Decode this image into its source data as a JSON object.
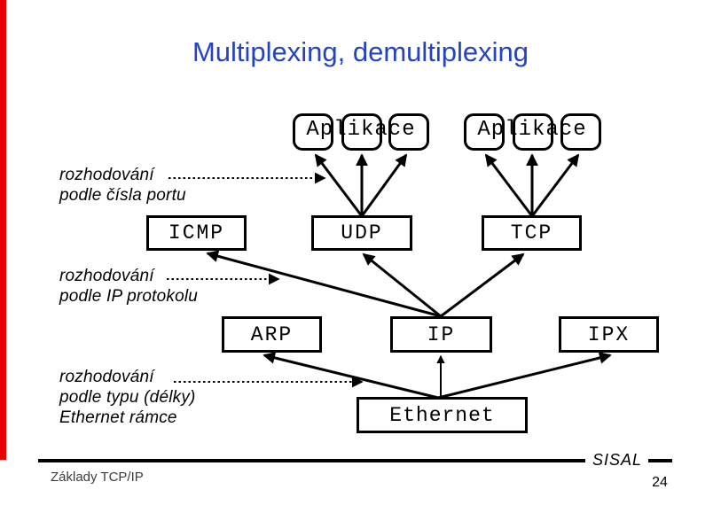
{
  "slide": {
    "title": "Multiplexing, demultiplexing",
    "footer_brand": "SISAL",
    "footer_left": "Základy TCP/IP",
    "page_number": "24"
  },
  "colors": {
    "title-blue": "#2343c3",
    "accent-red": "#e60000",
    "ink": "#000000",
    "footer-gray": "#3c3c3c"
  },
  "diagram": {
    "app_label": "Aplikace",
    "boxes": {
      "icmp": "ICMP",
      "udp": "UDP",
      "tcp": "TCP",
      "arp": "ARP",
      "ip": "IP",
      "ipx": "IPX",
      "ethernet": "Ethernet"
    },
    "decisions": [
      {
        "lines": [
          "rozhodování",
          "podle čísla portu"
        ]
      },
      {
        "lines": [
          "rozhodování",
          "podle IP protokolu"
        ]
      },
      {
        "lines": [
          "rozhodování",
          "podle typu (délky)",
          "Ethernet rámce"
        ]
      }
    ]
  }
}
